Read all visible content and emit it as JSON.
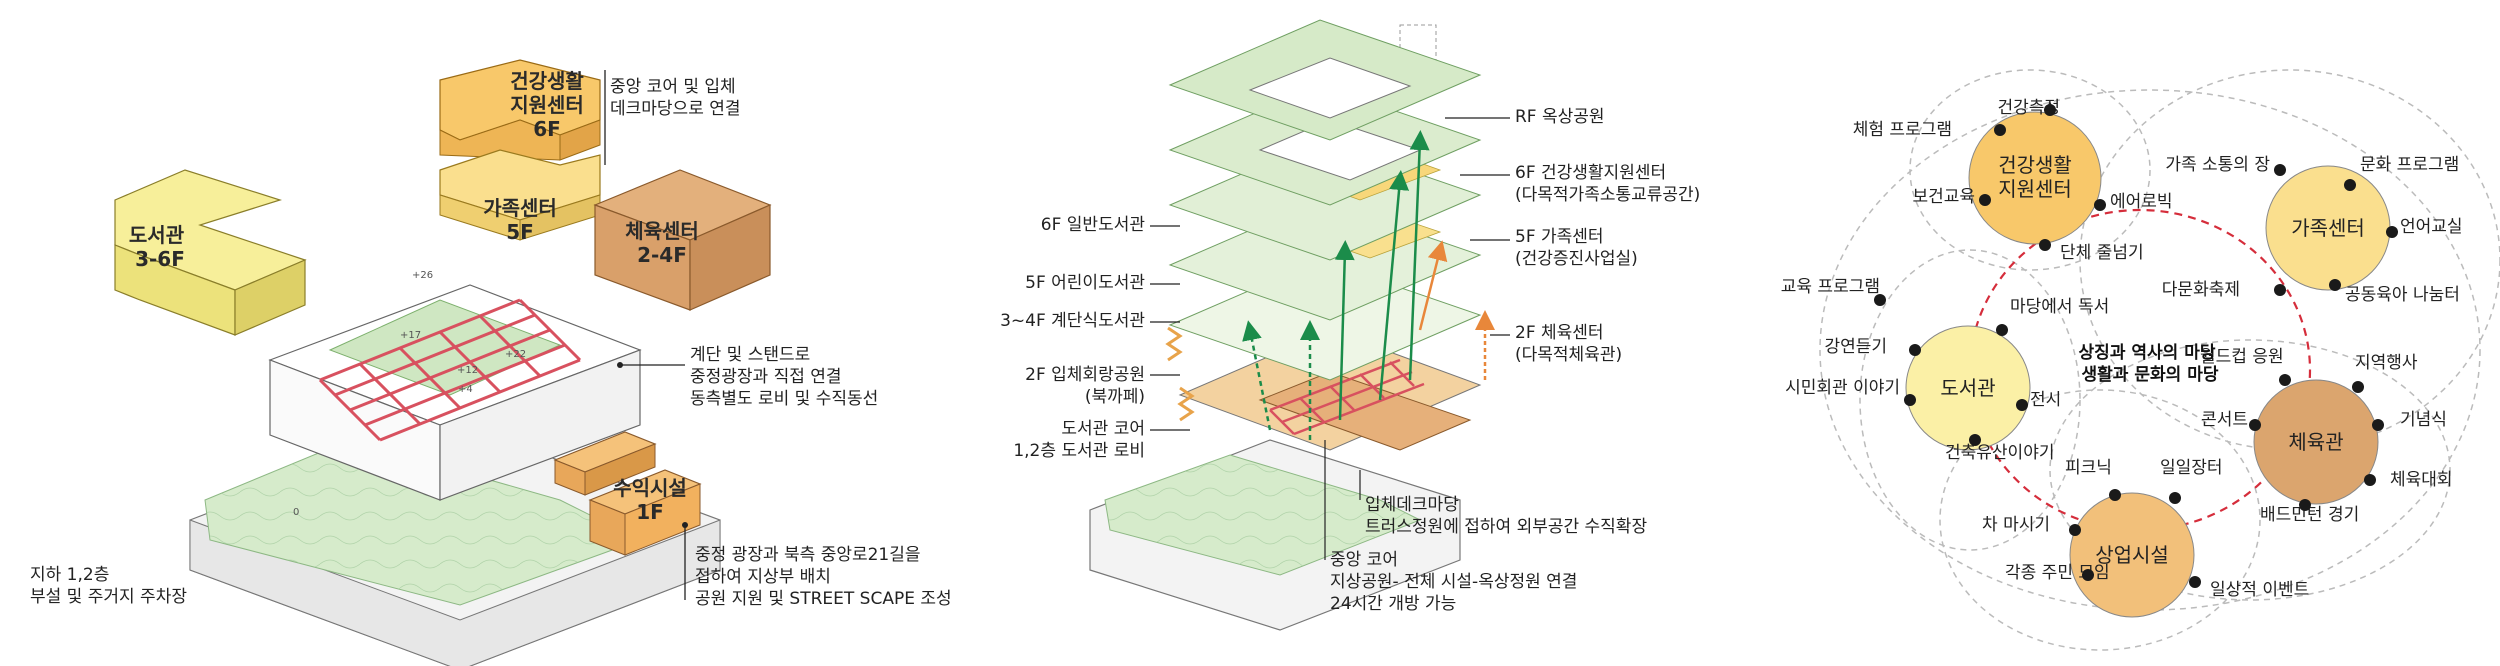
{
  "colors": {
    "library": "#f7ef9a",
    "health": "#f8c86a",
    "family": "#fadf8e",
    "gym": "#d9a06a",
    "commercial": "#f2b15e",
    "green": "#cfe7c2",
    "truss": "#d8515f",
    "arrow_green": "#1b8c4a",
    "circle_ring": "#d52d3b"
  },
  "left": {
    "blocks": {
      "library": "도서관\n3-6F",
      "health": "건강생활\n지원센터\n6F",
      "family": "가족센터\n5F",
      "gym": "체육센터\n2-4F",
      "commercial": "수익시설\n1F"
    },
    "levels": [
      "+26",
      "+17",
      "+22",
      "+12",
      "+4",
      "0"
    ],
    "notes": {
      "core": "중앙 코어 및 입체\n데크마당으로 연결",
      "stairs": "계단 및 스탠드로\n중정광장과 직접 연결\n동측별도 로비 및 수직동선",
      "plaza": "중정 광장과 북측 중앙로21길을\n접하여 지상부 배치\n공원 지원 및 STREET SCAPE 조성",
      "basement": "지하 1,2층\n부설 및 주거지 주차장"
    }
  },
  "middle": {
    "right_labels": [
      "RF 옥상공원",
      "6F 건강생활지원센터\n(다목적가족소통교류공간)",
      "5F 가족센터\n(건강증진사업실)",
      "2F 체육센터\n(다목적체육관)"
    ],
    "left_labels": [
      "6F 일반도서관",
      "5F 어린이도서관",
      "3~4F 계단식도서관",
      "2F 입체회랑공원\n(북까페)",
      "도서관 코어\n1,2층 도서관 로비"
    ],
    "bottom_labels": [
      "입체데크마당\n트러스정원에 접하여 외부공간 수직확장",
      "중앙 코어\n지상공원- 전체 시설-옥상정원 연결\n24시간 개방 가능"
    ]
  },
  "right": {
    "center_text": "상징과 역사의 마당\n생활과 문화의 마당",
    "nodes": {
      "health": "건강생활\n지원센터",
      "family": "가족센터",
      "library": "도서관",
      "gym": "체육관",
      "commercial": "상업시설"
    },
    "tags": {
      "health": [
        "건강측정",
        "체험 프로그램",
        "보건교육",
        "에어로빅",
        "단체 줄넘기"
      ],
      "family": [
        "가족 소통의 장",
        "문화 프로그램",
        "언어교실",
        "다문화축제",
        "공동육아 나눔터"
      ],
      "library": [
        "교육 프로그램",
        "마당에서 독서",
        "강연듣기",
        "시민회관 이야기",
        "전시",
        "건축유산이야기"
      ],
      "gym": [
        "월드컵 응원",
        "지역행사",
        "콘서트",
        "기념식",
        "체육대회",
        "배드민턴 경기"
      ],
      "commercial": [
        "피크닉",
        "일일장터",
        "차 마시기",
        "각종 주민 모임",
        "일상적 이벤트"
      ]
    }
  }
}
